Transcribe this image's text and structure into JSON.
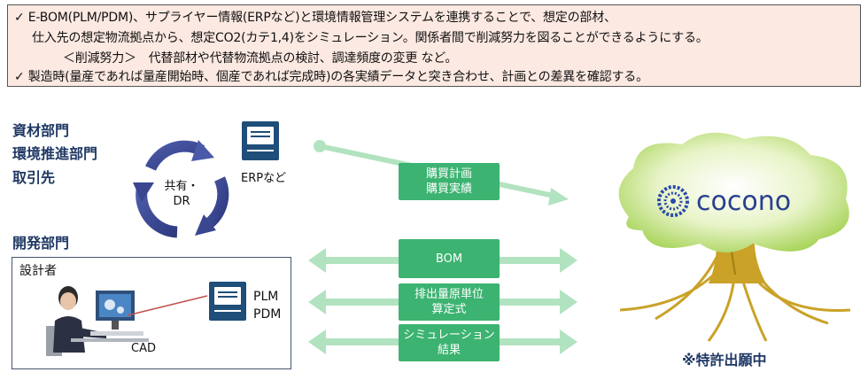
{
  "notes": {
    "line1": "✓ E-BOM(PLM/PDM)、サプライヤー情報(ERPなど)と環境情報管理システムを連携することで、想定の部材、",
    "line2": "仕入先の想定物流拠点から、想定CO2(カテ1,4)をシミュレーション。関係者間で削減努力を図ることができるようにする。",
    "line3": "＜削減努力＞　代替部材や代替物流拠点の検討、調達頻度の変更 など。",
    "line4": "✓ 製造時(量産であれば量産開始時、個産であれば完成時)の各実績データと突き合わせ、計画との差異を確認する。"
  },
  "departments": {
    "procurement": "資材部門",
    "environment": "環境推進部門",
    "supplier": "取引先",
    "development": "開発部門"
  },
  "cycle_label": "共有・\nDR",
  "designer": "設計者",
  "cad": "CAD",
  "erp": "ERPなど",
  "plm": "PLM",
  "pdm": "PDM",
  "flows": {
    "purchase": "購買計画\n購買実績",
    "bom": "BOM",
    "emission": "排出量原単位\n算定式",
    "simulation": "シミュレーション\n結果"
  },
  "brand": "cocono",
  "patent": "※特許出願中",
  "colors": {
    "flow_green": "#3cb371",
    "arrow_green": "#b2e3c0",
    "navy": "#1f3864",
    "server": "#1f4e79",
    "tree": "#8cc63f",
    "trunk": "#c9a227"
  }
}
